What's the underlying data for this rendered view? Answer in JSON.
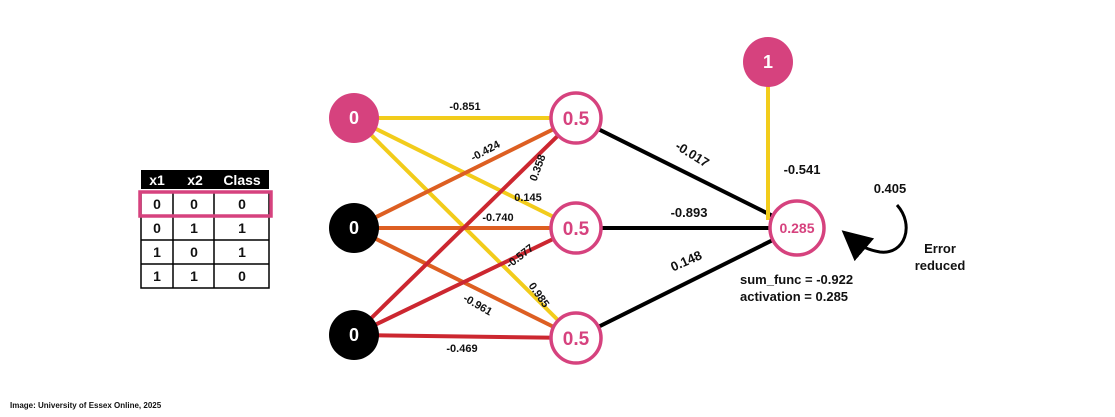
{
  "caption": "Image: University of Essex Online, 2025",
  "colors": {
    "pink": "#d6427e",
    "black": "#000000",
    "yellow": "#f2cc1b",
    "orange": "#dd5f22",
    "red": "#cc2730"
  },
  "table": {
    "headers": [
      "x1",
      "x2",
      "Class"
    ],
    "rows": [
      [
        "0",
        "0",
        "0"
      ],
      [
        "0",
        "1",
        "1"
      ],
      [
        "1",
        "0",
        "1"
      ],
      [
        "1",
        "1",
        "0"
      ]
    ],
    "highlighted_row": 0
  },
  "inputs": [
    {
      "value": "0",
      "fill": "pink"
    },
    {
      "value": "0",
      "fill": "black"
    },
    {
      "value": "0",
      "fill": "black"
    }
  ],
  "hidden": [
    {
      "value": "0.5"
    },
    {
      "value": "0.5"
    },
    {
      "value": "0.5"
    }
  ],
  "output": {
    "value": "0.285"
  },
  "bias": {
    "value": "1"
  },
  "input_hidden_weights": [
    {
      "from": 0,
      "to": 0,
      "label": "-0.851",
      "color": "yellow"
    },
    {
      "from": 0,
      "to": 1,
      "label": "0.145",
      "color": "yellow"
    },
    {
      "from": 0,
      "to": 2,
      "label": "0.985",
      "color": "yellow"
    },
    {
      "from": 1,
      "to": 0,
      "label": "-0.424",
      "color": "orange"
    },
    {
      "from": 1,
      "to": 1,
      "label": "-0.740",
      "color": "orange"
    },
    {
      "from": 1,
      "to": 2,
      "label": "-0.961",
      "color": "orange"
    },
    {
      "from": 2,
      "to": 0,
      "label": "0.358",
      "color": "red"
    },
    {
      "from": 2,
      "to": 1,
      "label": "-0.577",
      "color": "red"
    },
    {
      "from": 2,
      "to": 2,
      "label": "-0.469",
      "color": "red"
    }
  ],
  "hidden_output_weights": [
    {
      "from": 0,
      "label": "-0.017"
    },
    {
      "from": 1,
      "label": "-0.893"
    },
    {
      "from": 2,
      "label": "0.148"
    }
  ],
  "bias_weight": {
    "label": "-0.541",
    "color": "yellow"
  },
  "summary": {
    "sum_func": "sum_func = -0.922",
    "activation": "activation = 0.285"
  },
  "error": {
    "value": "0.405",
    "label_line1": "Error",
    "label_line2": "reduced"
  }
}
